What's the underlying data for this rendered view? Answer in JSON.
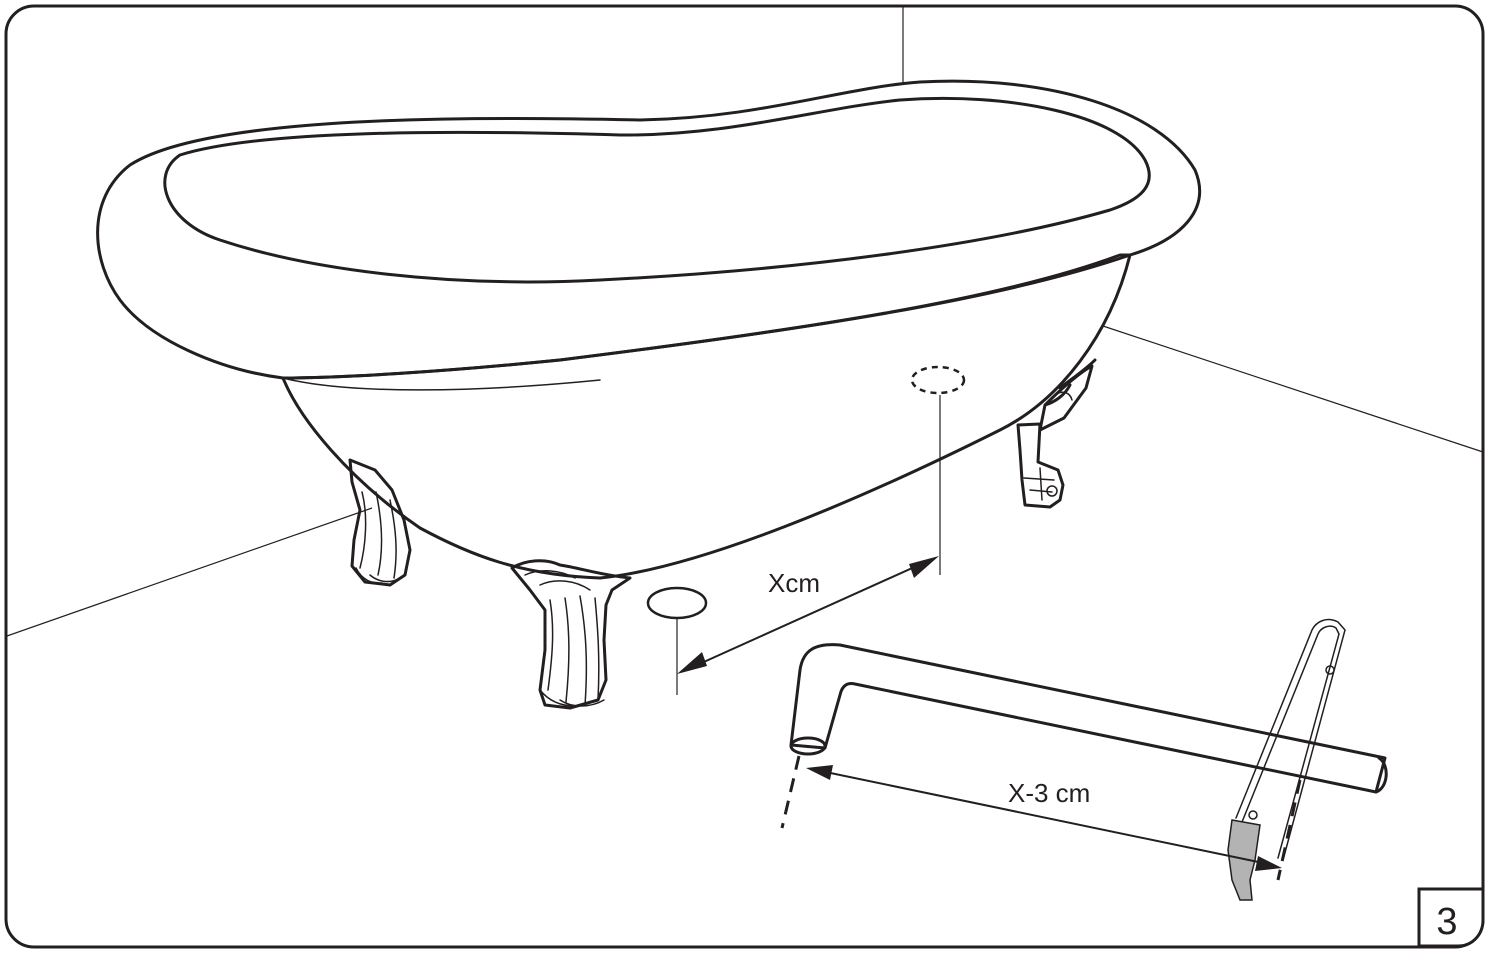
{
  "diagram": {
    "step_number": "3",
    "dimension_floor": "Xcm",
    "dimension_pipe": "X-3 cm"
  },
  "colors": {
    "ink": "#231f20",
    "saw_handle": "#b3b3b3",
    "background": "#ffffff"
  }
}
